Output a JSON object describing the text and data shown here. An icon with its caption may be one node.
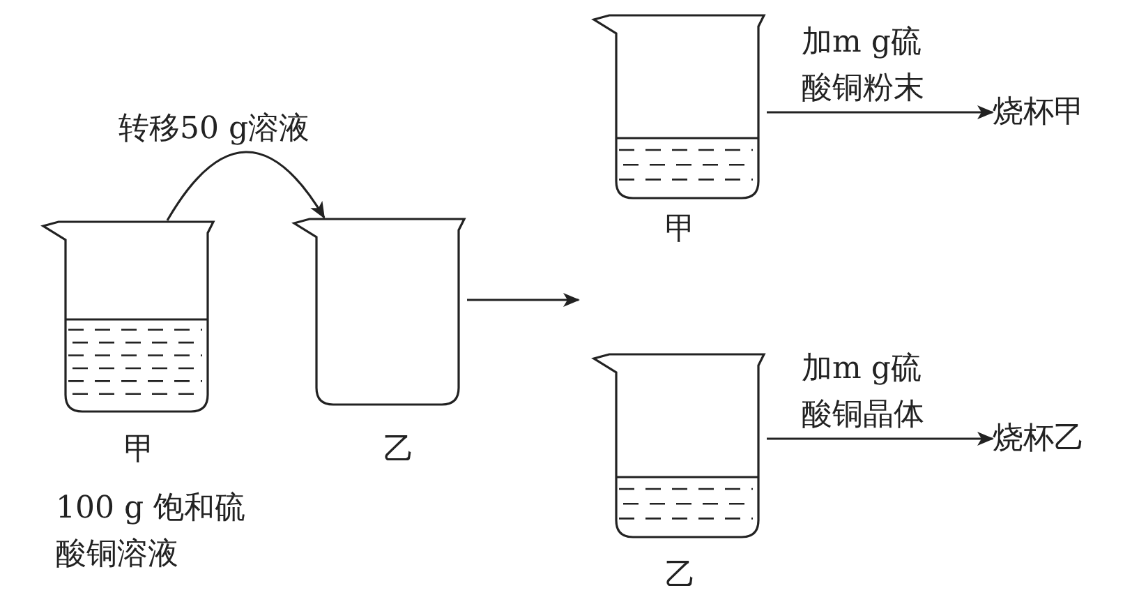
{
  "diagram": {
    "nodes": [
      {
        "text": [],
        "shape": "beaker",
        "beside": [
          "甲",
          "100 g 饱和硫酸铜溶液"
        ]
      },
      {
        "text": [],
        "shape": "beaker",
        "beside": [
          "乙"
        ]
      },
      {
        "text": [],
        "shape": "beaker",
        "beside": [
          "甲"
        ]
      },
      {
        "text": [],
        "shape": "beaker",
        "beside": [
          "乙"
        ]
      },
      {
        "text": [
          "烧杯甲"
        ]
      },
      {
        "text": [
          "烧杯乙"
        ]
      }
    ],
    "edges": [
      {
        "from": 0,
        "to": 1,
        "arrow": "to",
        "label": "转移50 g溶液"
      },
      {
        "from": 1,
        "to": null,
        "arrow": "to"
      },
      {
        "from": 2,
        "to": 4,
        "arrow": "to",
        "label": "加m g硫酸铜粉末"
      },
      {
        "from": 3,
        "to": 5,
        "arrow": "to",
        "label": "加m g硫酸铜晶体"
      }
    ]
  }
}
